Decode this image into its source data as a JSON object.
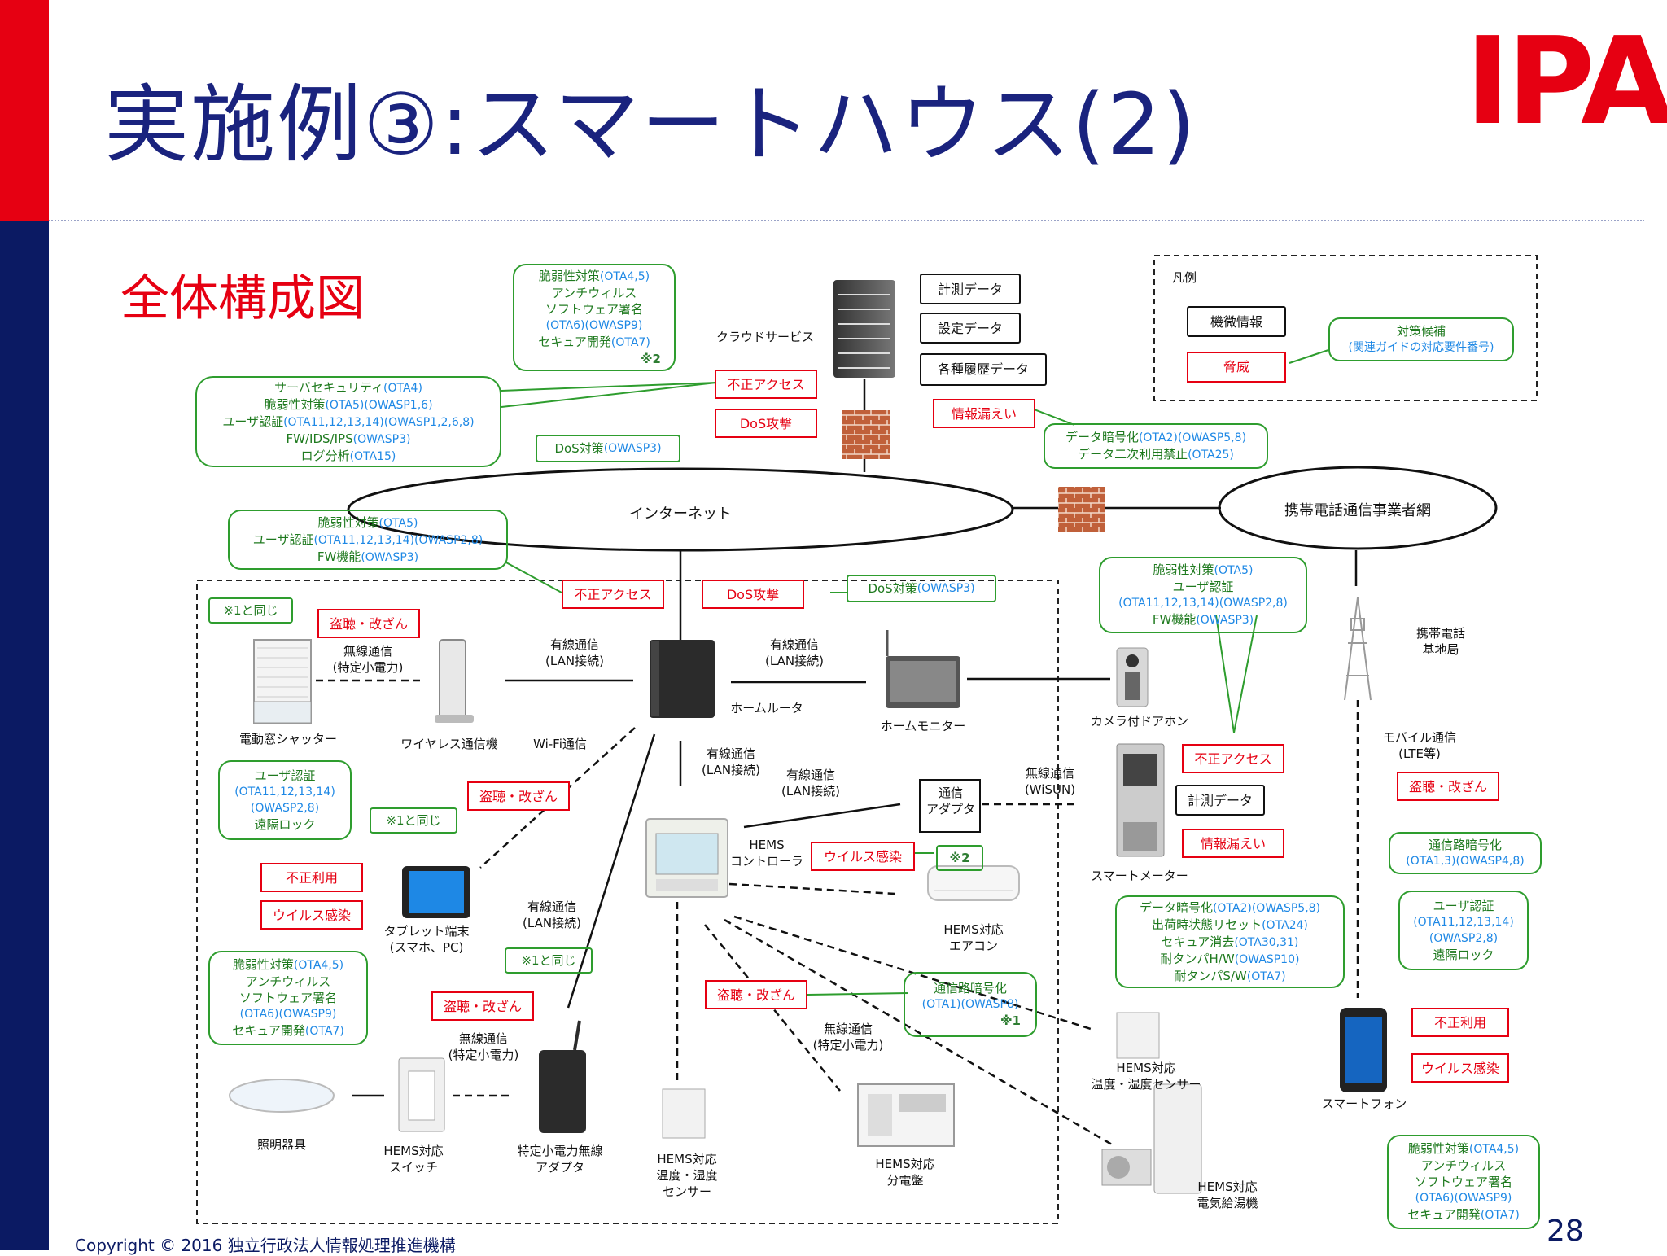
{
  "header": {
    "title": "実施例③:スマートハウス(2)",
    "logo": "IPA"
  },
  "section_title": "全体構成図",
  "footer": {
    "copyright": "Copyright © 2016 独立行政法人情報処理推進機構",
    "page": "28"
  },
  "colors": {
    "accent_red": "#e60012",
    "navy": "#0b1a63",
    "green": "#2e9d2e",
    "code_blue": "#1e88e5"
  },
  "legend": {
    "title": "凡例",
    "device_info": "機微情報",
    "threat": "脅威",
    "countermeasure_1": "対策候補",
    "countermeasure_2": "(関連ガイドの対応要件番号)"
  },
  "nodes": {
    "cloud": "クラウドサービス",
    "data_measure": "計測データ",
    "data_settings": "設定データ",
    "data_history": "各種履歴データ",
    "internet": "インターネット",
    "mobile_net": "携帯電話通信事業者網",
    "shutter": "電動窓シャッター",
    "wireless_unit": "ワイヤレス通信機",
    "wifi": "Wi-Fi通信",
    "router": "ホームルータ",
    "monitor": "ホームモニター",
    "door_camera": "カメラ付ドアホン",
    "base_station_1": "携帯電話",
    "base_station_2": "基地局",
    "hems_ctrl_1": "HEMS",
    "hems_ctrl_2": "コントローラ",
    "comm_adapter_1": "通信",
    "comm_adapter_2": "アダプタ",
    "smart_meter": "スマートメーター",
    "meter_data": "計測データ",
    "tablet_1": "タブレット端末",
    "tablet_2": "(スマホ、PC)",
    "aircon_1": "HEMS対応",
    "aircon_2": "エアコン",
    "light": "照明器具",
    "switch_1": "HEMS対応",
    "switch_2": "スイッチ",
    "lp_adapter_1": "特定小電力無線",
    "lp_adapter_2": "アダプタ",
    "sensor_in_1": "HEMS対応",
    "sensor_in_2": "温度・湿度",
    "sensor_in_3": "センサー",
    "panel_1": "HEMS対応",
    "panel_2": "分電盤",
    "sensor_out_1": "HEMS対応",
    "sensor_out_2": "温度・湿度センサー",
    "heater_1": "HEMS対応",
    "heater_2": "電気給湯機",
    "smartphone": "スマートフォン"
  },
  "links": {
    "wired_1": "有線通信",
    "wired_1b": "(LAN接続)",
    "wired_2": "有線通信",
    "wired_2b": "(LAN接続)",
    "wired_3": "有線通信",
    "wired_3b": "(LAN接続)",
    "wired_4": "有線通信",
    "wired_4b": "(LAN接続)",
    "wired_5": "有線通信",
    "wired_5b": "(LAN接続)",
    "radio_1": "無線通信",
    "radio_1b": "(特定小電力)",
    "radio_2": "無線通信",
    "radio_2b": "(特定小電力)",
    "radio_3": "無線通信",
    "radio_3b": "(特定小電力)",
    "wisun_1": "無線通信",
    "wisun_2": "(WiSUN)",
    "mobile_1": "モバイル通信",
    "mobile_2": "(LTE等)"
  },
  "threats": {
    "t_cloud_access": "不正アクセス",
    "t_cloud_dos": "DoS攻撃",
    "t_cloud_leak": "情報漏えい",
    "t_router_access": "不正アクセス",
    "t_router_dos": "DoS攻撃",
    "t_shutter_tamper": "盗聴・改ざん",
    "t_tablet_tamper": "盗聴・改ざん",
    "t_tablet_misuse": "不正利用",
    "t_tablet_virus": "ウイルス感染",
    "t_hems_virus": "ウイルス感染",
    "t_lp_tamper": "盗聴・改ざん",
    "t_radio_tamper": "盗聴・改ざん",
    "t_meter_access": "不正アクセス",
    "t_meter_leak": "情報漏えい",
    "t_mobile_tamper": "盗聴・改ざん",
    "t_phone_misuse": "不正利用",
    "t_phone_virus": "ウイルス感染"
  },
  "measures": {
    "m_cloud_vuln": {
      "l1": "脆弱性対策",
      "c1": "(OTA4,5)",
      "l2": "アンチウィルス",
      "l3": "ソフトウェア署名",
      "c3": "(OTA6)(OWASP9)",
      "l4": "セキュア開発",
      "c4": "(OTA7)",
      "l5": "※2"
    },
    "m_server": {
      "l1": "サーバセキュリティ",
      "c1": "(OTA4)",
      "l2": "脆弱性対策",
      "c2": "(OTA5)(OWASP1,6)",
      "l3": "ユーザ認証",
      "c3": "(OTA11,12,13,14)(OWASP1,2,6,8)",
      "l4": "FW/IDS/IPS",
      "c4": "(OWASP3)",
      "l5": "ログ分析",
      "c5": "(OTA15)"
    },
    "m_cloud_dos": {
      "l1": "DoS対策",
      "c1": "(OWASP3)"
    },
    "m_data": {
      "l1": "データ暗号化",
      "c1": "(OTA2)(OWASP5,8)",
      "l2": "データ二次利用禁止",
      "c2": "(OTA25)"
    },
    "m_router": {
      "l1": "脆弱性対策",
      "c1": "(OTA5)",
      "l2": "ユーザ認証",
      "c2": "(OTA11,12,13,14)(OWASP2,8)",
      "l3": "FW機能",
      "c3": "(OWASP3)"
    },
    "m_router_dos": {
      "l1": "DoS対策",
      "c1": "(OWASP3)"
    },
    "m_same1_a": {
      "l1": "※1と同じ"
    },
    "m_same1_b": {
      "l1": "※1と同じ"
    },
    "m_same1_c": {
      "l1": "※1と同じ"
    },
    "m_tablet_auth": {
      "l1": "ユーザ認証",
      "c1": "(OTA11,12,13,14)",
      "c2": "(OWASP2,8)",
      "l3": "遠隔ロック"
    },
    "m_tablet_vuln": {
      "l1": "脆弱性対策",
      "c1": "(OTA4,5)",
      "l2": "アンチウィルス",
      "l3": "ソフトウェア署名",
      "c3": "(OTA6)(OWASP9)",
      "l4": "セキュア開発",
      "c4": "(OTA7)"
    },
    "m_hems_2": {
      "l1": "※2"
    },
    "m_radio_enc": {
      "l1": "通信路暗号化",
      "c1": "(OTA1)(OWASP8)",
      "l2": "※1"
    },
    "m_meter_auth": {
      "l1": "脆弱性対策",
      "c1": "(OTA5)",
      "l2": "ユーザ認証",
      "c2": "(OTA11,12,13,14)(OWASP2,8)",
      "l3": "FW機能",
      "c3": "(OWASP3)"
    },
    "m_meter_data": {
      "l1": "データ暗号化",
      "c1": "(OTA2)(OWASP5,8)",
      "l2": "出荷時状態リセット",
      "c2": "(OTA24)",
      "l3": "セキュア消去",
      "c3": "(OTA30,31)",
      "l4": "耐タンパH/W",
      "c4": "(OWASP10)",
      "l5": "耐タンパS/W",
      "c5": "(OTA7)"
    },
    "m_mobile_enc": {
      "l1": "通信路暗号化",
      "c1": "(OTA1,3)(OWASP4,8)"
    },
    "m_phone_auth": {
      "l1": "ユーザ認証",
      "c1": "(OTA11,12,13,14)",
      "c2": "(OWASP2,8)",
      "l3": "遠隔ロック"
    },
    "m_phone_vuln": {
      "l1": "脆弱性対策",
      "c1": "(OTA4,5)",
      "l2": "アンチウィルス",
      "l3": "ソフトウェア署名",
      "c3": "(OTA6)(OWASP9)",
      "l4": "セキュア開発",
      "c4": "(OTA7)"
    }
  }
}
